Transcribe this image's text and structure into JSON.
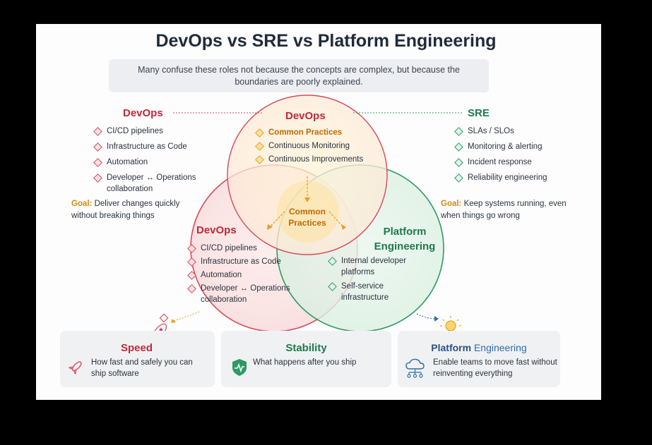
{
  "title": "DevOps vs SRE vs Platform Engineering",
  "subtitle": "Many confuse these roles not because the concepts are complex, but because the boundaries are poorly explained.",
  "left_panel": {
    "heading": "DevOps",
    "items": [
      "CI/CD pipelines",
      "Infrastructure as Code",
      "Automation",
      "Developer ↔ Operations collaboration"
    ],
    "goal_label": "Goal:",
    "goal_text": "Deliver changes quickly without breaking things"
  },
  "right_panel": {
    "heading": "SRE",
    "items": [
      "SLAs / SLOs",
      "Monitoring & alerting",
      "Incident response",
      "Reliability engineering"
    ],
    "goal_label": "Goal:",
    "goal_text": "Keep systems running, even when things go wrong"
  },
  "top_circle": {
    "heading": "DevOps",
    "items": [
      "Common Practices",
      "Continuous Monitoring",
      "Continuous Improvements"
    ]
  },
  "left_circle": {
    "heading": "DevOps",
    "items": [
      "CI/CD pipelines",
      "Infrastructure as Code",
      "Automation",
      "Developer ↔ Operations collaboration"
    ]
  },
  "right_circle": {
    "heading": "Platform Engineering",
    "items": [
      "Internal developer platforms",
      "Self-service infrastructure"
    ]
  },
  "center": {
    "label": "Common Practices"
  },
  "bottom_boxes": [
    {
      "title": "Speed",
      "text": "How fast and safely you can ship software",
      "icon": "rocket-icon"
    },
    {
      "title": "Stability",
      "text": "What happens after you ship",
      "icon": "shield-icon"
    },
    {
      "title_part1": "Platform",
      "title_part2": "Engineering",
      "text": "Enable teams to move fast without reinventing everything",
      "icon": "cloud-network-icon"
    }
  ],
  "colors": {
    "red": "#c0283b",
    "green": "#1f7a4d",
    "orange": "#d58a12",
    "blue": "#2c4f86"
  }
}
